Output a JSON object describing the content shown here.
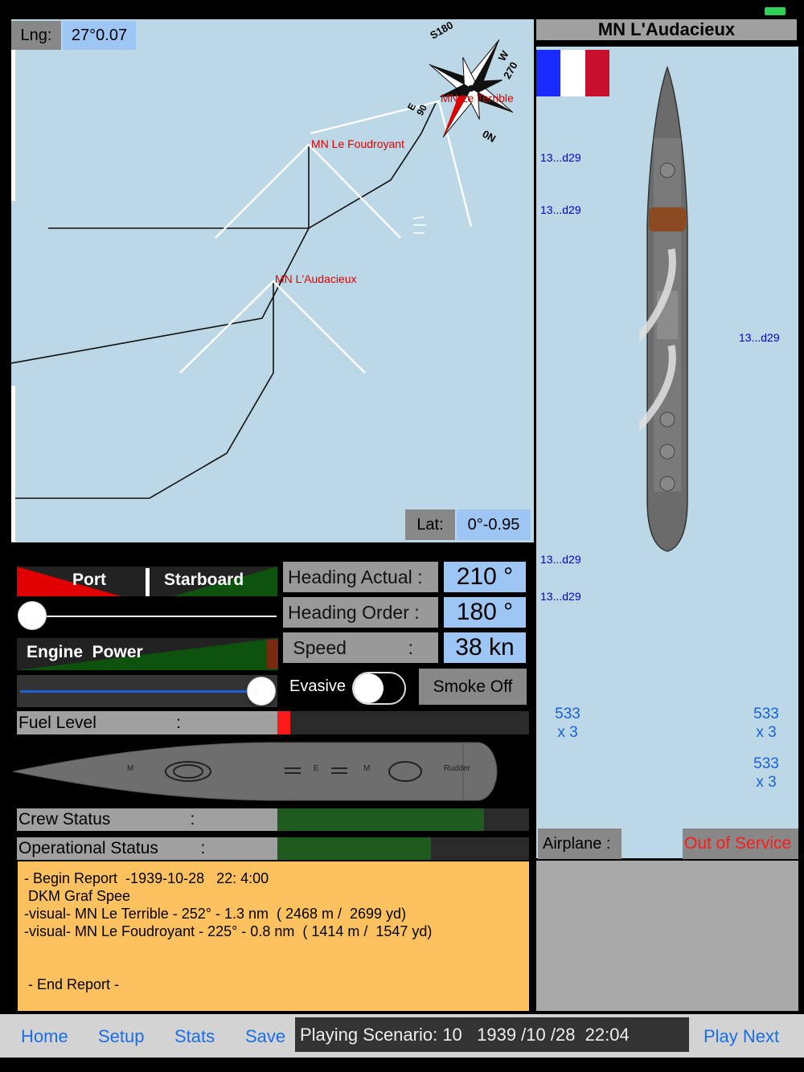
{
  "status": {
    "battery_color": "#2fd158"
  },
  "map": {
    "lng_label": "Lng:",
    "lng_value": "27°0.07",
    "lat_label": "Lat:",
    "lat_value": "0°-0.95",
    "ships": [
      {
        "name": "MN Le Terrible"
      },
      {
        "name": "MN Le Foudroyant"
      },
      {
        "name": "MN L'Audacieux"
      }
    ],
    "compass": {
      "s": "S",
      "s_deg": "180",
      "w": "W",
      "w_deg": "270",
      "n_deg": "0",
      "n": "N",
      "e_deg": "90",
      "e": "E"
    }
  },
  "ship_panel": {
    "title": "MN L'Audacieux",
    "flag_colors": [
      "#1a2bff",
      "#ffffff",
      "#c8102e"
    ],
    "weapons": [
      "13...d29",
      "13...d29",
      "13...d29",
      "13...d29",
      "13...d29"
    ],
    "torpedoes": [
      {
        "cal": "533",
        "count": "x 3"
      },
      {
        "cal": "533",
        "count": "x 3"
      },
      {
        "cal": "533",
        "count": "x 3"
      }
    ],
    "airplane_label": "Airplane :",
    "airplane_status": "Out of Service"
  },
  "controls": {
    "port_label": "Port",
    "starboard_label": "Starboard",
    "rudder_fraction": 0.0,
    "engine_power_label": "Engine  Power",
    "engine_power_fraction": 1.0,
    "heading_actual_label": "Heading  Actual  :",
    "heading_actual_value": "210 °",
    "heading_order_label": "Heading Order   :",
    "heading_order_value": "180 °",
    "speed_label": " Speed            :",
    "speed_value": "38 kn",
    "evasive_label": "Evasive",
    "evasive_on": false,
    "smoke_label": "Smoke Off",
    "fuel_label": "Fuel Level                 :",
    "fuel_fraction": 0.05,
    "fuel_color": "#ff1a1a",
    "crew_label": "Crew Status                 :",
    "crew_fraction": 0.82,
    "operational_label": "Operational Status         :",
    "operational_fraction": 0.61,
    "status_color": "#1f5a1f",
    "damage_markers": {
      "m1": "M",
      "e": "E",
      "m2": "M",
      "rudder": "Rudder"
    }
  },
  "report": {
    "text": "- Begin Report  -1939-10-28   22: 4:00\n DKM Graf Spee\n-visual- MN Le Terrible - 252° - 1.3 nm  ( 2468 m /  2699 yd)\n-visual- MN Le Foudroyant - 225° - 0.8 nm  ( 1414 m /  1547 yd)\n\n\n - End Report -"
  },
  "bottom_bar": {
    "home": "Home",
    "setup": "Setup",
    "stats": "Stats",
    "save": "Save",
    "scenario": "Playing Scenario: 10   1939 /10 /28  22:04",
    "play_next": "Play Next"
  }
}
